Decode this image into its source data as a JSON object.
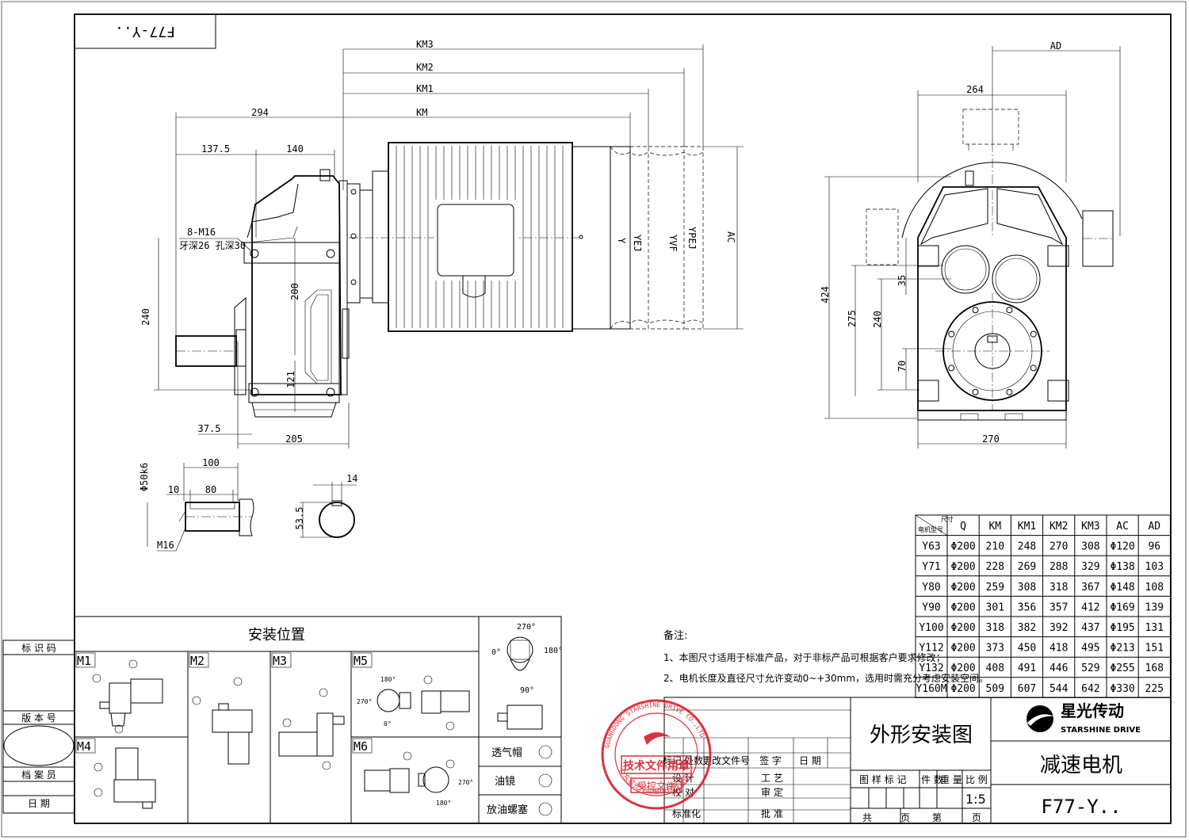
{
  "sheet": {
    "corner_code": "F77-Y..",
    "side_labels": {
      "id_code": "标 识 码",
      "version": "版 本 号",
      "archivist": "档 案 员",
      "date": "日 期"
    }
  },
  "side_view": {
    "dims": {
      "km3": "KM3",
      "km2": "KM2",
      "km1": "KM1",
      "km": "KM",
      "d294": "294",
      "d137": "137.5",
      "d140": "140",
      "bolt": "8-M16",
      "bolt_depth": "牙深26 孔深30",
      "d200": "200",
      "d240": "240",
      "d121": "121",
      "d37": "37.5",
      "d205": "205",
      "y": "Y",
      "yej": "YEJ",
      "yvf": "YVF",
      "ypej": "YPEJ",
      "ac": "AC"
    }
  },
  "front_view": {
    "dims": {
      "ad": "AD",
      "d264": "264",
      "d424": "424",
      "d275": "275",
      "d240": "240",
      "d35": "35",
      "d70": "70",
      "d270": "270"
    }
  },
  "shaft": {
    "dims": {
      "d100": "100",
      "d10": "10",
      "d80": "80",
      "dia": "Φ50k6",
      "thread": "M16",
      "key": "14",
      "depth": "53.5"
    }
  },
  "motor_table": {
    "corner_top": "尺寸",
    "corner_bottom": "电机型号",
    "headers": [
      "Q",
      "KM",
      "KM1",
      "KM2",
      "KM3",
      "AC",
      "AD"
    ],
    "rows": [
      [
        "Y63",
        "Φ200",
        "210",
        "248",
        "270",
        "308",
        "Φ120",
        "96"
      ],
      [
        "Y71",
        "Φ200",
        "228",
        "269",
        "288",
        "329",
        "Φ138",
        "103"
      ],
      [
        "Y80",
        "Φ200",
        "259",
        "308",
        "318",
        "367",
        "Φ148",
        "108"
      ],
      [
        "Y90",
        "Φ200",
        "301",
        "356",
        "357",
        "412",
        "Φ169",
        "139"
      ],
      [
        "Y100",
        "Φ200",
        "318",
        "382",
        "392",
        "437",
        "Φ195",
        "131"
      ],
      [
        "Y112",
        "Φ200",
        "373",
        "450",
        "418",
        "495",
        "Φ213",
        "151"
      ],
      [
        "Y132",
        "Φ200",
        "408",
        "491",
        "446",
        "529",
        "Φ255",
        "168"
      ],
      [
        "Y160M",
        "Φ200",
        "509",
        "607",
        "544",
        "642",
        "Φ330",
        "225"
      ]
    ]
  },
  "notes": {
    "title": "备注:",
    "items": [
      "1、本图尺寸适用于标准产品，对于非标产品可根据客户要求修改；",
      "2、电机长度及直径尺寸允许变动0~+30mm，选用时需充分考虑安装空间。"
    ]
  },
  "mounting": {
    "title": "安装位置",
    "positions": [
      "M1",
      "M2",
      "M3",
      "M5",
      "M4",
      "M6"
    ],
    "angles": {
      "a270": "270°",
      "a0": "0°",
      "a180": "180°",
      "a90": "90°"
    },
    "legend": [
      "透气帽",
      "油镜",
      "放油螺塞"
    ]
  },
  "title_block": {
    "drawing_title": "外形安装图",
    "product": "减速电机",
    "model": "F77-Y..",
    "company": "星光传动",
    "company_en": "STARSHINE DRIVE",
    "scale": "1:5",
    "revision_cols": [
      "标记",
      "处数",
      "更改文件号",
      "签 字",
      "日 期"
    ],
    "roles": [
      "设 计",
      "校 对",
      "标准化"
    ],
    "roles2": [
      "工 艺",
      "审 定",
      "批 准"
    ],
    "attr_cols": [
      "图 样 标 记",
      "件 数",
      "重 量",
      "比 例"
    ],
    "sheet_cols": [
      "共",
      "页",
      "第",
      "页"
    ]
  },
  "stamp": {
    "ring_text": "GUANGDONG STARSHINE DRIVE CO.,LTD",
    "ring_text_cn": "广东星光传动股份有限公司",
    "main": "技术文件用章",
    "sub": "受控文件"
  }
}
